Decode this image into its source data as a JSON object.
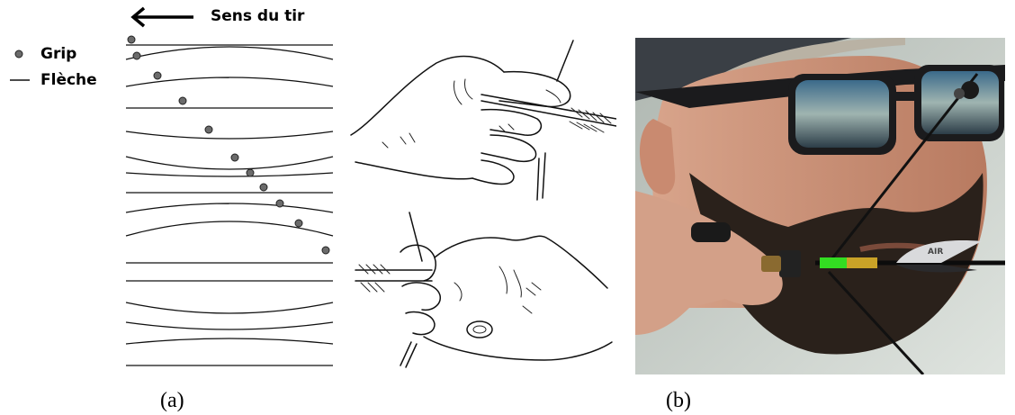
{
  "legend": {
    "grip_label": "Grip",
    "arrow_label": "Flèche"
  },
  "direction": {
    "label": "Sens du tir"
  },
  "captions": {
    "a": "(a)",
    "b": "(b)"
  },
  "colors": {
    "ink": "#111111",
    "grip_dot": "#6b6b6b",
    "fletching_green": "#33dd22",
    "nock_gold": "#c9a227",
    "photo_bg": "#cfd6d0",
    "skin": "#c98f74",
    "beard": "#2a211b"
  },
  "photo": {
    "icon": "archer-photo",
    "arrow_brand_text": "AIR"
  }
}
